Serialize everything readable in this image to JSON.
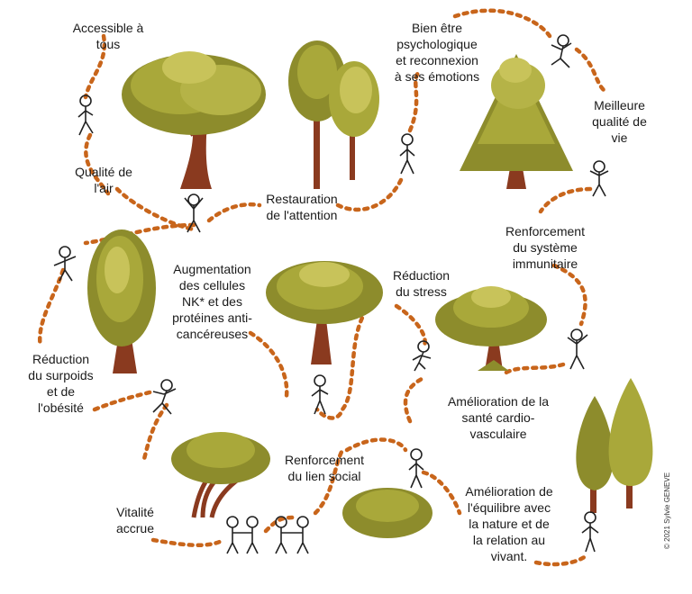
{
  "labels": {
    "accessible": "Accessible à\ntous",
    "air": "Qualité de\nl'air",
    "attention": "Restauration\nde l'attention",
    "bien_etre": "Bien être\npsychologique\net reconnexion\nà ses émotions",
    "qualite_vie": "Meilleure\nqualité de\nvie",
    "immunitaire": "Renforcement\ndu système\nimmunitaire",
    "nk": "Augmentation\ndes cellules\nNK* et des\nprotéines anti-\ncancéreuses",
    "stress": "Réduction\ndu stress",
    "surpoids": "Réduction\ndu surpoids\net de\nl'obésité",
    "cardio": "Amélioration de la\nsanté cardio-\nvasculaire",
    "lien_social": "Renforcement\ndu lien social",
    "vitalite": "Vitalité\naccrue",
    "equilibre": "Amélioration de\nl'équilibre avec\nla nature et de\nla relation au\nvivant."
  },
  "credit": "© 2021 Sylvie GENEVE",
  "colors": {
    "path": "#c8651b",
    "trunk": "#8a3a1f",
    "leaf_dark": "#8d8c2c",
    "leaf_mid": "#a9a83a",
    "leaf_light": "#c8c35a",
    "figure": "#222222"
  }
}
